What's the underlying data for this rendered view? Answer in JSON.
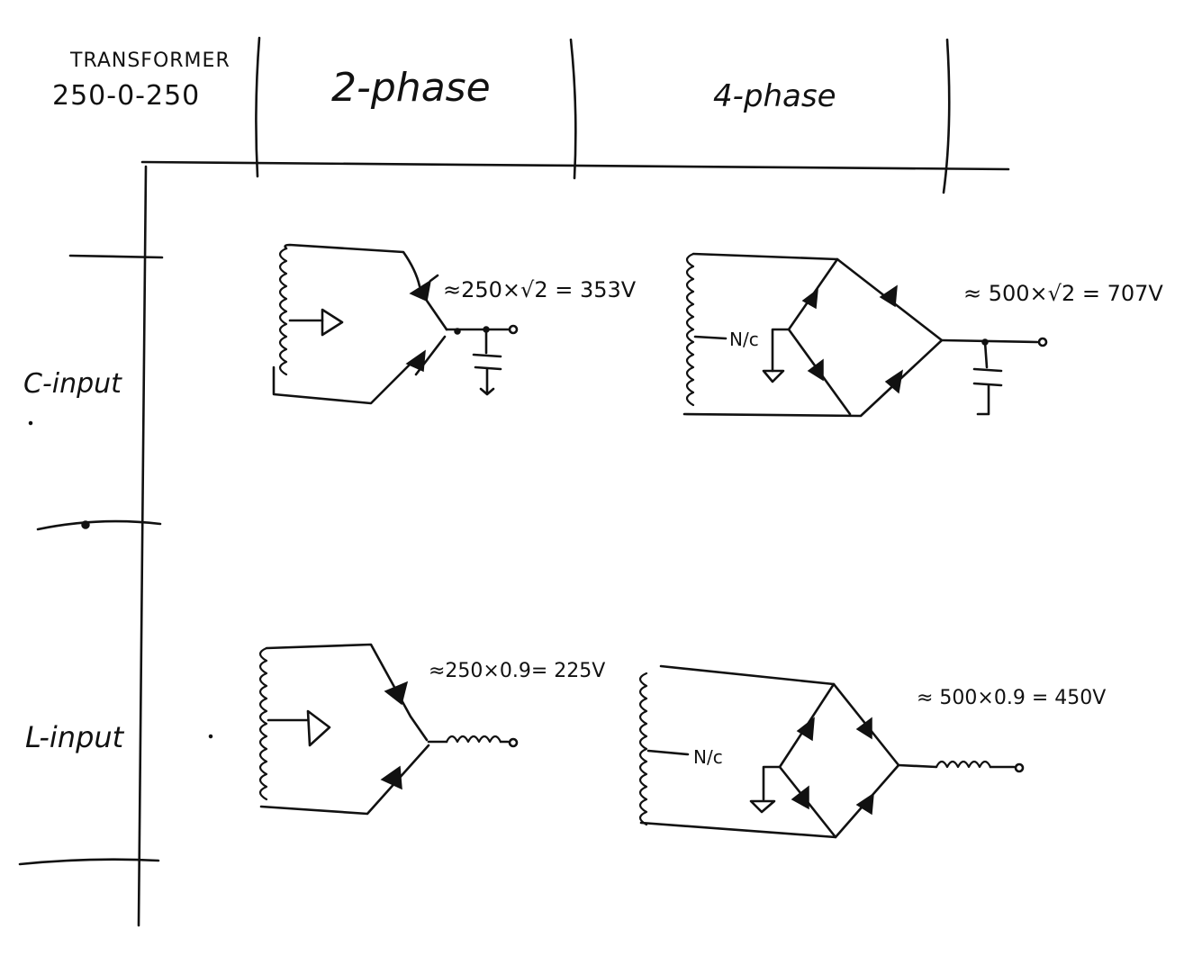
{
  "corner": {
    "line1": "TRANSFORMER",
    "line2": "250-0-250"
  },
  "columns": [
    "2-phase",
    "4-phase"
  ],
  "rows": [
    "C-input",
    "L-input"
  ],
  "cells": {
    "c_2phase": {
      "formula": "≈250×√2 = 353V"
    },
    "c_4phase": {
      "formula": "≈ 500×√2 = 707V",
      "nc_label": "N/c"
    },
    "l_2phase": {
      "formula": "≈250×0.9= 225V"
    },
    "l_4phase": {
      "formula": "≈ 500×0.9 = 450V",
      "nc_label": "N/c"
    }
  },
  "colors": {
    "ink": "#111111",
    "paper": "#ffffff"
  }
}
